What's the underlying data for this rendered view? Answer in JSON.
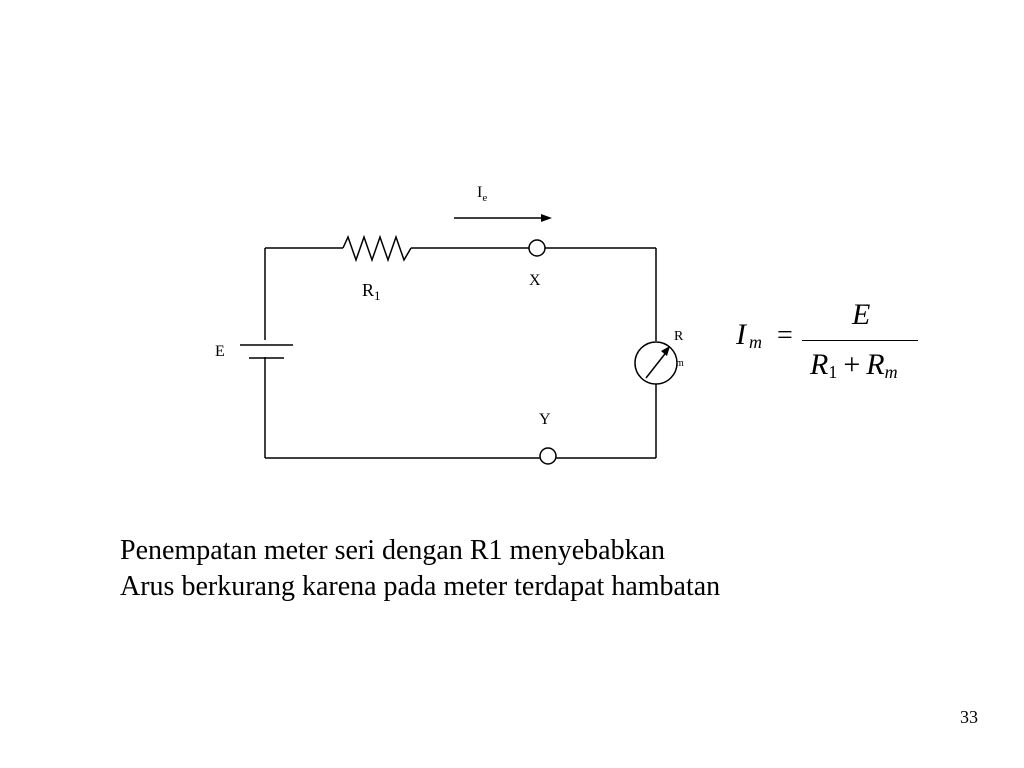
{
  "circuit": {
    "current_label": "I",
    "current_sub": "e",
    "resistor_label": "R",
    "resistor_sub": "1",
    "source_label": "E",
    "node_x_label": "X",
    "node_y_label": "Y",
    "meter_label": "R",
    "meter_sub": "m"
  },
  "formula": {
    "lhs_var": "I",
    "lhs_sub": "m",
    "equals": "=",
    "numerator": "E",
    "den_var1": "R",
    "den_sub1": "1",
    "plus": "+",
    "den_var2": "R",
    "den_sub2": "m"
  },
  "caption": {
    "line1": "Penempatan meter seri dengan R1 menyebabkan",
    "line2": "Arus berkurang karena pada meter terdapat hambatan"
  },
  "page_number": "33"
}
